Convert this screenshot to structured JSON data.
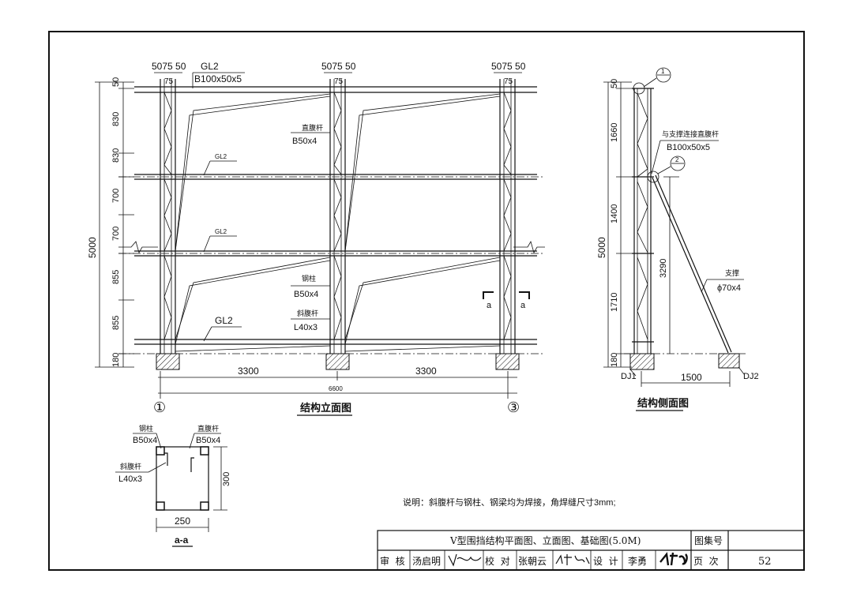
{
  "elevation": {
    "top_offsets": [
      "5075",
      "50"
    ],
    "top_offset_label": "5075 50",
    "col_width_label": "75",
    "beam_label": "GL2",
    "beam_spec": "B100x50x5",
    "v_dims": [
      "50",
      "830",
      "830",
      "700",
      "700",
      "855",
      "855",
      "180"
    ],
    "total_height": "5000",
    "vertical_web_label": "直腹杆",
    "vertical_web_spec": "B50x4",
    "column_label": "钢柱",
    "column_spec": "B50x4",
    "diagonal_web_label": "斜腹杆",
    "diagonal_web_spec": "L40x3",
    "span_dims": [
      "3300",
      "3300"
    ],
    "total_span": "6600",
    "axis_labels": [
      "①",
      "③"
    ],
    "section_mark": "a",
    "title": "结构立面图"
  },
  "side": {
    "v_dims": [
      "50",
      "1660",
      "1400",
      "1710",
      "180"
    ],
    "total_height": "5000",
    "brace_height": "3290",
    "detail_marks": [
      "1",
      "2"
    ],
    "connect_web_label": "与支撑连接直腹杆",
    "connect_web_spec": "B100x50x5",
    "brace_label": "支撑",
    "brace_spec": "ϕ70x4",
    "base_dim": "1500",
    "foundations": [
      "DJ1",
      "DJ2"
    ],
    "title": "结构侧面图"
  },
  "section": {
    "column_label": "钢柱",
    "column_spec": "B50x4",
    "vertical_web_label": "直腹杆",
    "vertical_web_spec": "B50x4",
    "diagonal_web_label": "斜腹杆",
    "diagonal_web_spec": "L40x3",
    "height": "300",
    "width": "250",
    "title": "a-a"
  },
  "note": "说明：斜腹杆与钢柱、钢梁均为焊接，角焊缝尺寸3mm;",
  "title_block": {
    "drawing_title": "V型围挡结构平面图、立面图、基础图(5.0M)",
    "atlas_label": "图集号",
    "review_label": "审  核",
    "reviewer": "汤启明",
    "check_label": "校  对",
    "checker": "张朝云",
    "design_label": "设  计",
    "designer": "李勇",
    "page_label": "页  次",
    "page": "52"
  }
}
